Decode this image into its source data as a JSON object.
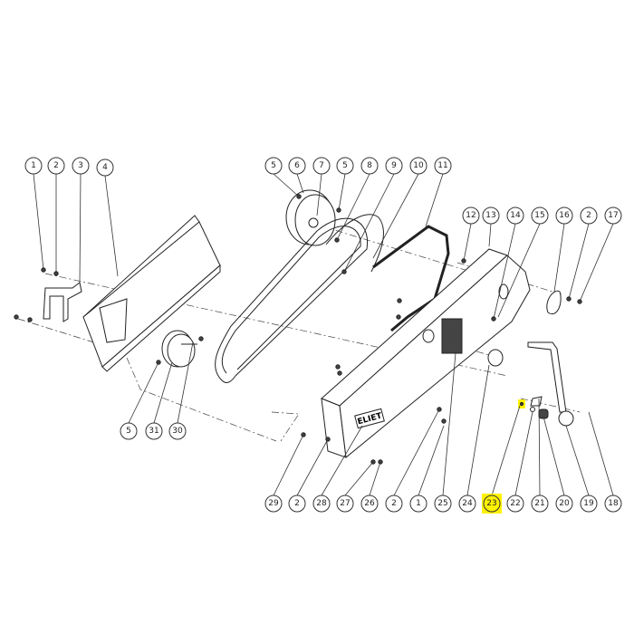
{
  "diagram": {
    "callouts": [
      {
        "label": "1"
      },
      {
        "label": "2"
      },
      {
        "label": "3"
      },
      {
        "label": "4"
      },
      {
        "label": "5"
      },
      {
        "label": "6"
      },
      {
        "label": "7"
      },
      {
        "label": "5"
      },
      {
        "label": "8"
      },
      {
        "label": "9"
      },
      {
        "label": "10"
      },
      {
        "label": "11"
      },
      {
        "label": "12"
      },
      {
        "label": "13"
      },
      {
        "label": "14"
      },
      {
        "label": "15"
      },
      {
        "label": "16"
      },
      {
        "label": "2"
      },
      {
        "label": "17"
      },
      {
        "label": "5"
      },
      {
        "label": "31"
      },
      {
        "label": "30"
      },
      {
        "label": "29"
      },
      {
        "label": "2"
      },
      {
        "label": "28"
      },
      {
        "label": "27"
      },
      {
        "label": "26"
      },
      {
        "label": "2"
      },
      {
        "label": "1"
      },
      {
        "label": "25"
      },
      {
        "label": "24"
      },
      {
        "label": "23",
        "highlighted": true
      },
      {
        "label": "22"
      },
      {
        "label": "21"
      },
      {
        "label": "20"
      },
      {
        "label": "19"
      },
      {
        "label": "18"
      }
    ],
    "highlight_color": "#fff200",
    "logo_text": "ELIET"
  }
}
